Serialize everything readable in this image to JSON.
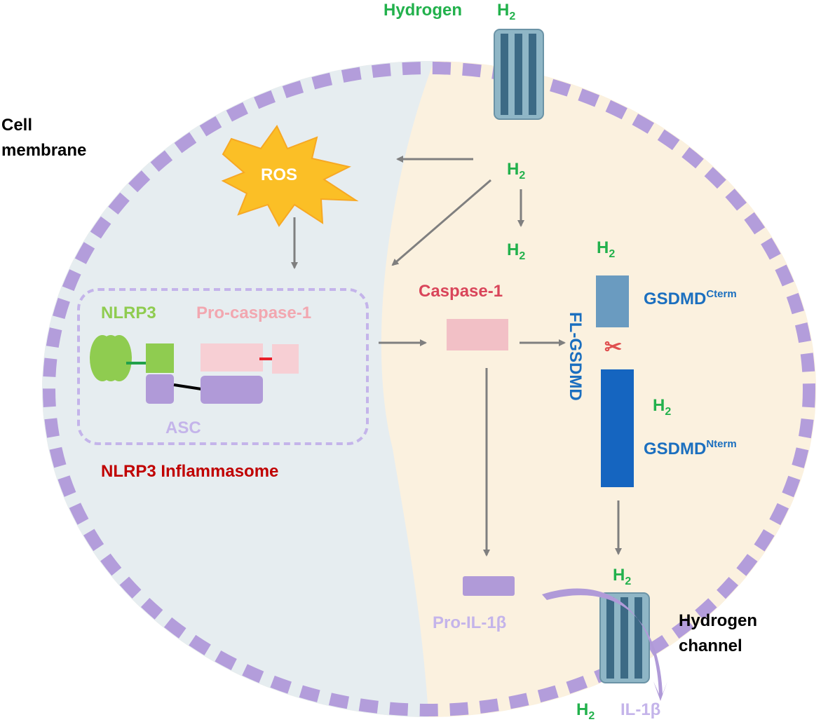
{
  "colors": {
    "membrane": "#b39ddb",
    "cytoplasm": "#fbf1df",
    "nucleus_region": "#e6edf0",
    "arrow": "#7f7f7f",
    "h2_green": "#22b14c",
    "nlrp3_green": "#8fcc50",
    "pink": "#f2c0c6",
    "caspase_text": "#d9455a",
    "asc_purple": "#b09ad8",
    "inflammasome_red": "#c00000",
    "gsdmd_blue": "#1b6fbf",
    "gsdmd_c": "#6a9bc0",
    "gsdmd_n": "#1565c0",
    "channel": "#8fb6c6",
    "channel_dark": "#3c6a85"
  },
  "labels": {
    "hydrogen_top": "Hydrogen",
    "h2": "H",
    "h2_sub": "2",
    "cell_membrane_1": "Cell",
    "cell_membrane_2": "membrane",
    "ros": "ROS",
    "nlrp3": "NLRP3",
    "pro_caspase": "Pro-caspase-1",
    "asc": "ASC",
    "inflammasome": "NLRP3 Inflammasome",
    "caspase1": "Caspase-1",
    "fl_gsdmd": "FL-GSDMD",
    "gsdmd": "GSDMD",
    "cterm": "Cterm",
    "nterm": "Nterm",
    "pro_il1b": "Pro-IL-1β",
    "hydrogen_channel_1": "Hydrogen",
    "hydrogen_channel_2": "channel",
    "il1b": "IL-1β"
  }
}
